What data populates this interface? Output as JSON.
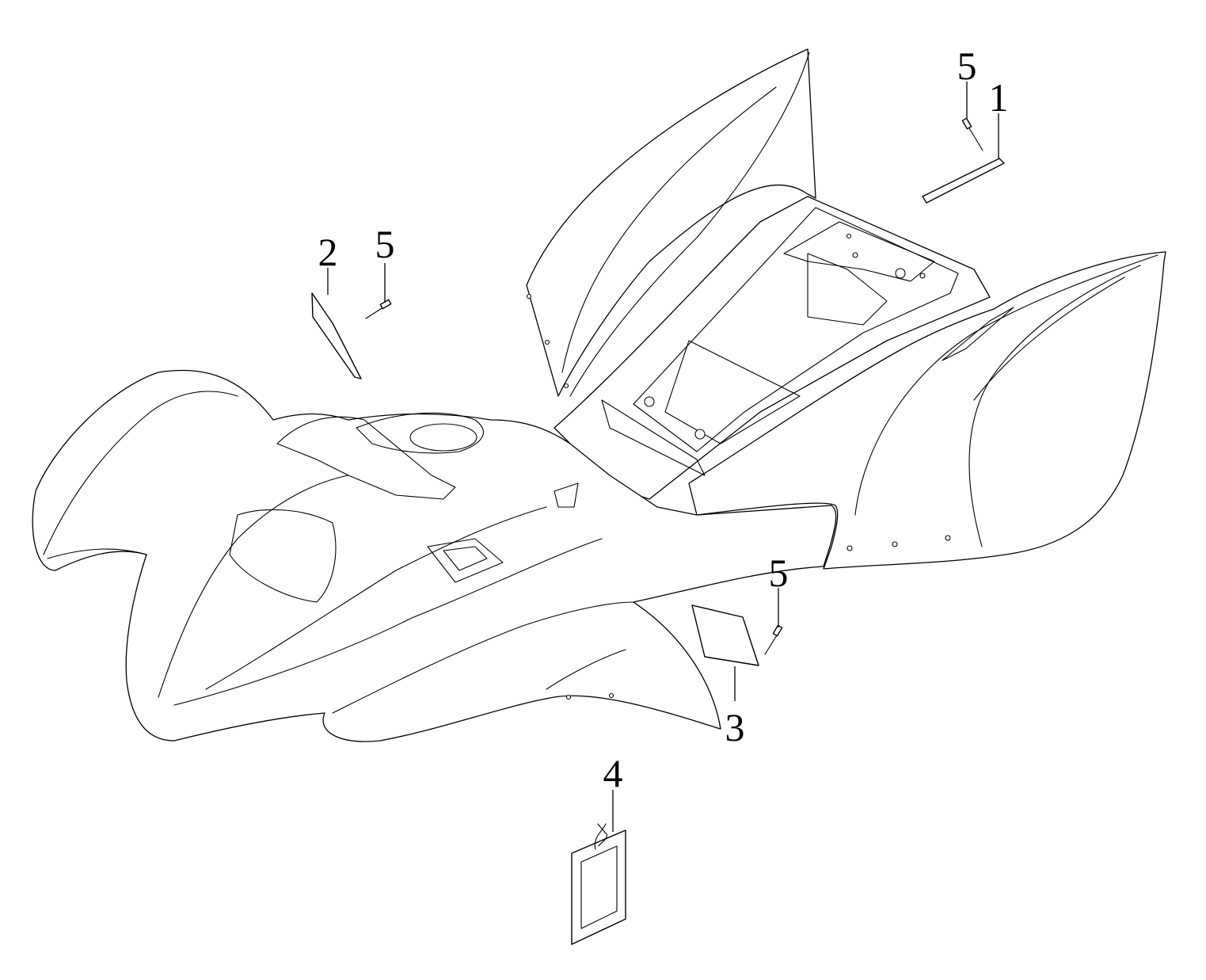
{
  "callouts": {
    "c1": "1",
    "c2": "2",
    "c3": "3",
    "c4": "4",
    "c5a": "5",
    "c5b": "5",
    "c5c": "5"
  },
  "colors": {
    "line": "#000000",
    "background": "#ffffff"
  }
}
